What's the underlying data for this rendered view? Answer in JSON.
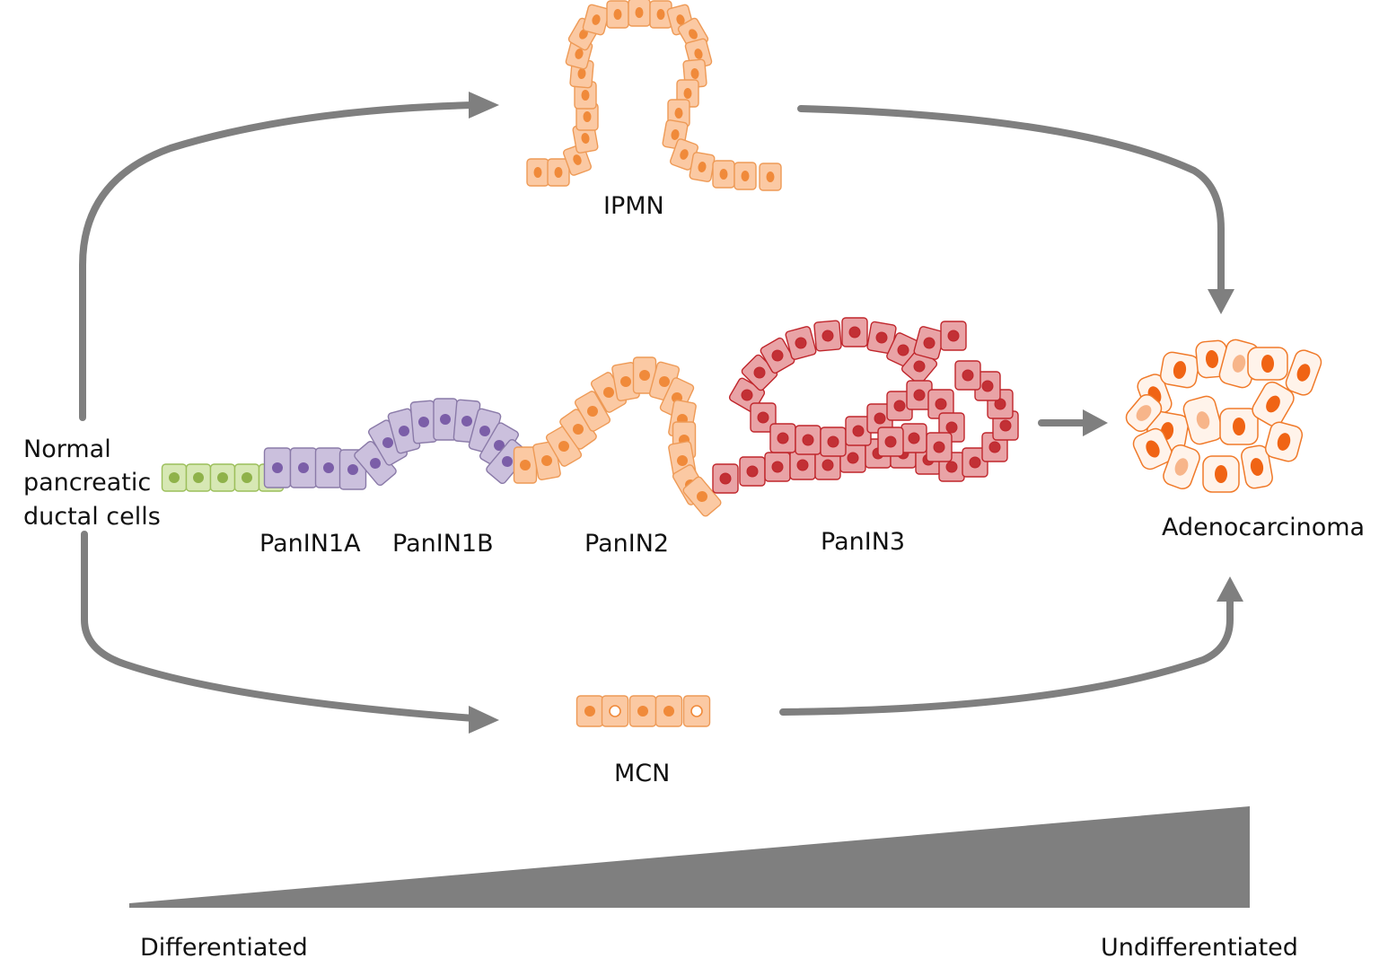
{
  "labels": {
    "normal": "Normal\npancreatic\nductal cells",
    "ipmn": "IPMN",
    "panin1a": "PanIN1A",
    "panin1b": "PanIN1B",
    "panin2": "PanIN2",
    "panin3": "PanIN3",
    "adenocarcinoma": "Adenocarcinoma",
    "mcn": "MCN",
    "differentiated": "Differentiated",
    "undifferentiated": "Undifferentiated"
  },
  "colors": {
    "arrow": "#7f7f7f",
    "normal_fill": "#d7e8b4",
    "normal_stroke": "#9cbf5b",
    "normal_nucleus": "#8fb24a",
    "panin1_fill": "#cbc0dd",
    "panin1_stroke": "#8a7aa8",
    "panin1_nucleus": "#7b5ea8",
    "orange_fill": "#fbc9a3",
    "orange_stroke": "#ee9a56",
    "orange_nucleus": "#f08a3a",
    "red_fill": "#e9a3a6",
    "red_stroke": "#c0262c",
    "red_nucleus": "#c23035",
    "tumor_stroke": "#f07a2a",
    "tumor_nucleus": "#f06414"
  }
}
